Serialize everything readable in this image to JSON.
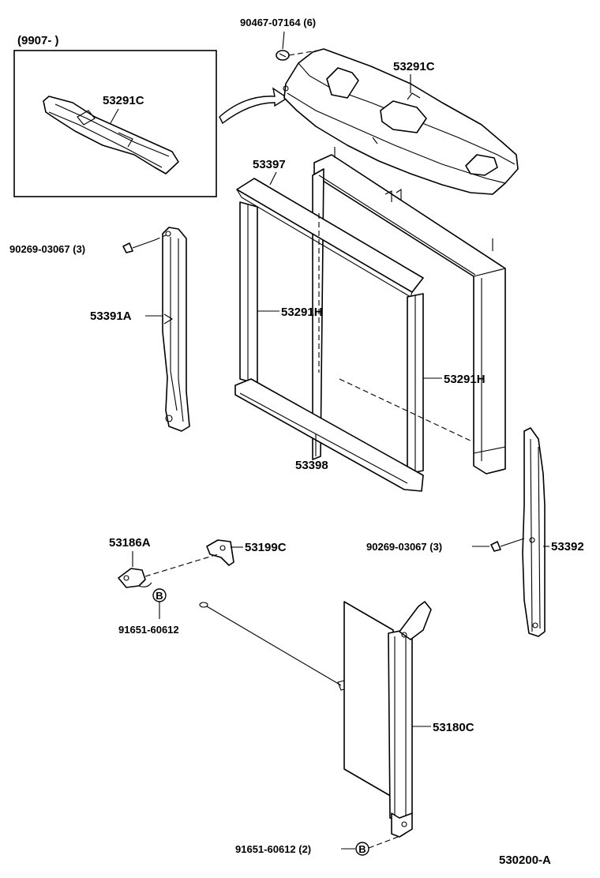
{
  "inset": {
    "date_code": "(9907-        )",
    "part_label": "53291C"
  },
  "parts": {
    "clip_top": "90467-07164 (6)",
    "upper_cover": "53291C",
    "seal_upper": "53397",
    "seal_side_left": "53291H",
    "seal_side_right": "53291H",
    "seal_lower": "53398",
    "bolt_left": "90269-03067 (3)",
    "bolt_right": "90269-03067 (3)",
    "deflector_left": "53391A",
    "deflector_right": "53392",
    "lock_hook": "53186A",
    "hood_lock_bracket": "53199C",
    "bolt_upper": "91651-60612",
    "bolt_lower": "91651-60612 (2)",
    "side_panel": "53180C",
    "bolt_marker_upper": "B",
    "bolt_marker_lower": "B"
  },
  "figure_id": "530200-A"
}
